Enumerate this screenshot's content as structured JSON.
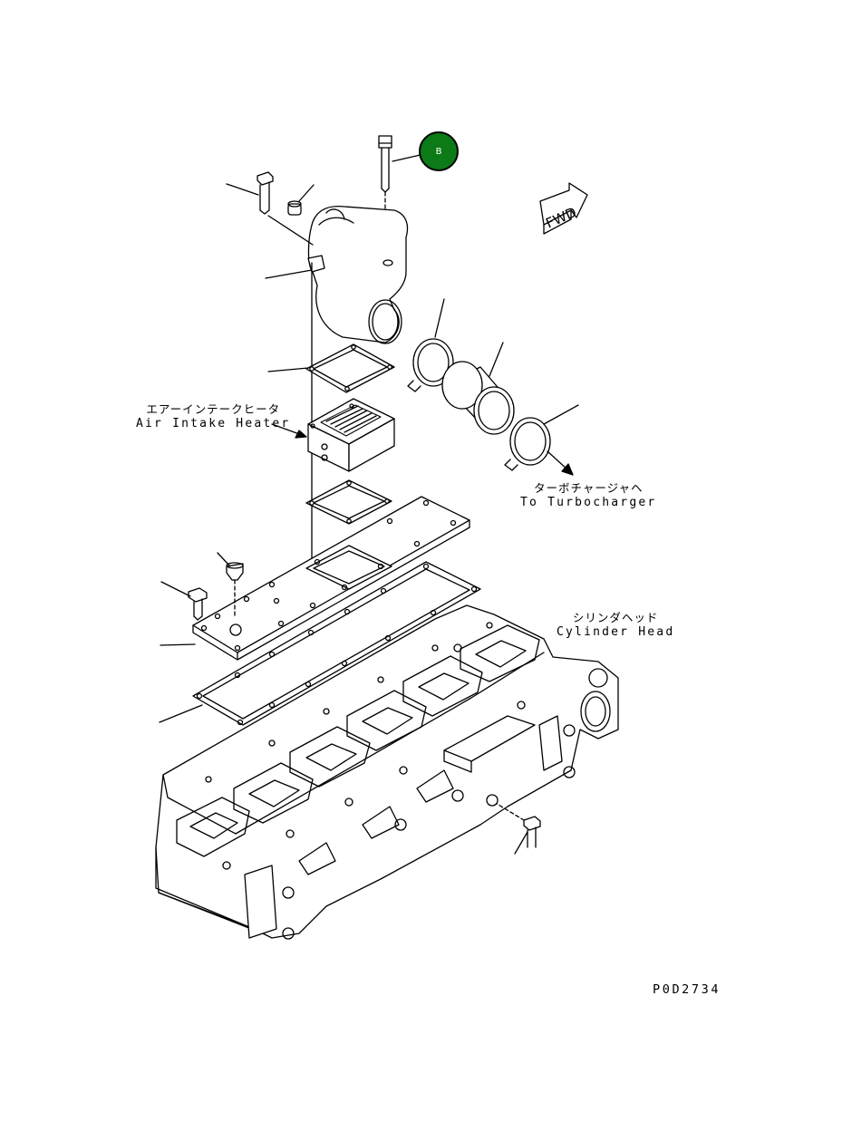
{
  "labels": {
    "heater_jp": "エアーインテークヒータ",
    "heater_en": "Air Intake Heater",
    "turbo_jp": "ターボチャージャヘ",
    "turbo_en": "To Turbocharger",
    "head_jp": "シリンダヘッド",
    "head_en": "Cylinder Head",
    "drawing_code": "P0D2734"
  },
  "direction_arrow": "FWD",
  "callout": {
    "label": "B",
    "color": "#0b7a17"
  },
  "icons": {
    "direction": "fwd-arrow-icon",
    "callout": "callout-circle-icon"
  },
  "colors": {
    "line": "#000000",
    "background": "#ffffff"
  }
}
